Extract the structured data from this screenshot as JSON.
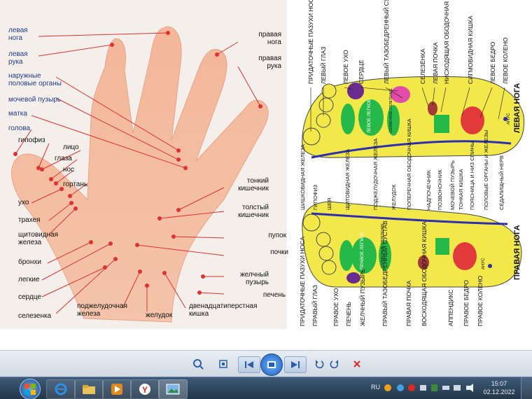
{
  "hand": {
    "left_labels": [
      {
        "id": "levaya-noga",
        "text": "левая\nнога",
        "color": "#1f3b8a"
      },
      {
        "id": "levaya-ruka",
        "text": "левая\nрука",
        "color": "#1f3b8a"
      },
      {
        "id": "naruzhnye",
        "text": "наружные\nполовые органы",
        "color": "#1f3b8a"
      },
      {
        "id": "mochevoy",
        "text": "мочевой пузырь",
        "color": "#1f3b8a"
      },
      {
        "id": "matka",
        "text": "матка",
        "color": "#1f3b8a"
      },
      {
        "id": "golova",
        "text": "голова",
        "color": "#1f3b8a"
      },
      {
        "id": "gipofiz",
        "text": "гипофиз",
        "color": "#111111"
      },
      {
        "id": "litso",
        "text": "лицо",
        "color": "#111111"
      },
      {
        "id": "glaza",
        "text": "глаза",
        "color": "#111111"
      },
      {
        "id": "nos",
        "text": "нос",
        "color": "#111111"
      },
      {
        "id": "gortan",
        "text": "гортань",
        "color": "#111111"
      },
      {
        "id": "ukho",
        "text": "ухо",
        "color": "#111111"
      },
      {
        "id": "trakheya",
        "text": "трахея",
        "color": "#111111"
      },
      {
        "id": "shchitovidnaya",
        "text": "щитовидная\nжелеза",
        "color": "#111111"
      },
      {
        "id": "bronkhi",
        "text": "бронхи",
        "color": "#111111"
      },
      {
        "id": "legkie",
        "text": "легкие",
        "color": "#111111"
      },
      {
        "id": "serdtse",
        "text": "сердце",
        "color": "#111111"
      },
      {
        "id": "selezenka",
        "text": "селезенка",
        "color": "#111111"
      }
    ],
    "bottom_labels": [
      {
        "id": "podzheludochnaya",
        "text": "поджелудочная\nжелеза"
      },
      {
        "id": "zheludok",
        "text": "желудок"
      },
      {
        "id": "dvenadtsati",
        "text": "двенадцатиперстная\nкишка"
      }
    ],
    "right_labels": [
      {
        "id": "pravaya-noga",
        "text": "правая\nнога"
      },
      {
        "id": "pravaya-ruka",
        "text": "правая\nрука"
      },
      {
        "id": "tonkiy",
        "text": "тонкий\nкишечник"
      },
      {
        "id": "tolstyy",
        "text": "толстый\nкишечник"
      },
      {
        "id": "pupok",
        "text": "пупок"
      },
      {
        "id": "pochki",
        "text": "почки"
      },
      {
        "id": "zhelchnyy",
        "text": "желчный\nпузырь"
      },
      {
        "id": "pechen",
        "text": "печень"
      }
    ]
  },
  "feet": {
    "top_labels": [
      "ПРИДАТОЧНЫЕ ПАЗУХИ НОСА",
      "ЛЕВЫЙ ГЛАЗ",
      "ЛЕВОЕ УХО",
      "СЕРДЦЕ",
      "ЛЕВЫЙ ТАЗОБЕДРЕННЫЙ СУСТАВ",
      "СЕЛЕЗЁНКА",
      "ЛЕВАЯ ПОЧКА",
      "НИСХОДЯЩАЯ ОБОДОЧНАЯ КИШКА",
      "СИГМОВИДНАЯ КИШКА",
      "ЛЕВОЕ БЕДРО",
      "ЛЕВОЕ КОЛЕНО"
    ],
    "middle_labels": [
      "ШИШКОВИДНАЯ ЖЕЛЕЗА",
      "ГИПОФИЗ",
      "ШЕЯ",
      "ЩИТОВИДНАЯ ЖЕЛЕЗА",
      "ПОДЖЕЛУДОЧНАЯ ЖЕЛЕЗА",
      "ЖЕЛУДОК",
      "ПОПЕРЕЧНАЯ ОБОДОЧНАЯ КИШКА",
      "НАДПОЧЕЧНИК",
      "ПОЗВОНОЧНИК",
      "МОЧЕВОЙ ПУЗЫРЬ",
      "ТОНКАЯ КИШКА",
      "ПОЯСНИЦА И НИЗ СПИНЫ",
      "ПОЛОВЫЕ ОРГАНЫ И ЖЕЛЕЗЫ",
      "СЕДАЛИЩНЫЙ НЕРВ"
    ],
    "bottom_labels": [
      "ПРИДАТОЧНЫЕ ПАЗУХИ НОСА",
      "ПРАВЫЙ ГЛАЗ",
      "ПРАВОЕ УХО",
      "ПЕЧЕНЬ",
      "ЖЕЛЧНЫЙ ПУЗЫРЬ",
      "ПРАВЫЙ ТАЗОБЕДРЕННЫЙ СУСТАВ",
      "ПРАВАЯ ПОЧКА",
      "ВОСХОДЯЩАЯ ОБОДОЧНАЯ КИШКА",
      "АППЕНДИКС",
      "ПРАВОЕ БЕДРО",
      "ПРАВОЕ КОЛЕНО"
    ],
    "inner": {
      "levoe_legkoe": "ЛЕВОЕ ЛЕГКОЕ",
      "pravoe_legkoe": "ПРАВОЕ ЛЕГКОЕ",
      "solnechnoe_top": "СОЛНЕЧНОЕ СПЛЕТЕНИЕ",
      "solnechnoe_bottom": "СОЛНЕЧНОЕ СПЛЕТЕНИЕ",
      "anus_top": "АНУС",
      "anus_bottom": "АНУС"
    },
    "side_labels": {
      "levaya_noga": "ЛЕВАЯ НОГА",
      "pravaya_noga": "ПРАВАЯ НОГА"
    }
  },
  "taskbar": {
    "lang": "RU",
    "time": "15:07",
    "date": "02.12.2022"
  },
  "colors": {
    "yellow": "#f3e84a",
    "green": "#27b84a",
    "blue": "#2c2fb0",
    "red": "#e23a3a",
    "pointer_red": "#e0322f",
    "text_blue": "#1f3b8a"
  }
}
